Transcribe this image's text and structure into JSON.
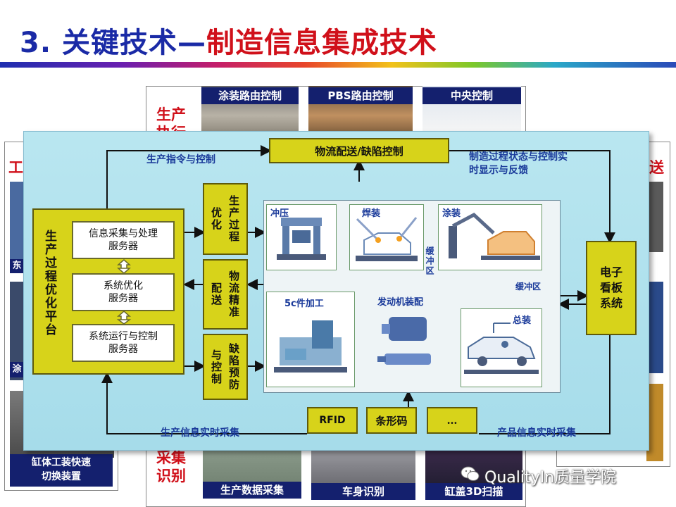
{
  "slide": {
    "title_num": "3.",
    "title_part1": " 关键技术—",
    "title_part2": "制造信息集成技术"
  },
  "background": {
    "top_captions": [
      "涂装路由控制",
      "PBS路由控制",
      "中央控制"
    ],
    "bottom_captions": [
      "生产数据采集",
      "车身识别",
      "缸盖3D扫描"
    ],
    "left_caption_line1": "缸体工装快速",
    "left_caption_line2": "切换装置",
    "red_top_line1": "生产",
    "red_top_line2": "执行",
    "red_bottom_line1": "采集",
    "red_bottom_line2": "识别",
    "left_red_char": "工",
    "right_red_char": "送",
    "left_mid_char": "涂",
    "left_small_char": "东"
  },
  "diagram": {
    "platform": "生产过程优化平台",
    "servers": [
      "信息采集与处理服务器",
      "系统优化服务器",
      "系统运行与控制服务器"
    ],
    "servers_line1": [
      "信息采集与处理",
      "系统优化",
      "系统运行与控制"
    ],
    "servers_line2": [
      "服务器",
      "服务器",
      "服务器"
    ],
    "optimize_boxes": [
      {
        "left": "优化",
        "right": "生产过程"
      },
      {
        "left": "配送",
        "right": "物流精准"
      },
      {
        "left": "与控制",
        "right": "缺陷预防"
      }
    ],
    "top_box": "物流配送/缺陷控制",
    "board": "电子看板系统",
    "label_top_left": "生产指令与控制",
    "label_top_right_line1": "制造过程状态与控制实",
    "label_top_right_line2": "时显示与反馈",
    "label_bottom_left": "生产信息实时采集",
    "label_bottom_right": "产品信息实时采集",
    "collectors": [
      "RFID",
      "条形码",
      "…"
    ],
    "stages": {
      "stamping": "冲压",
      "welding": "焊装",
      "buffer1": "缓冲区",
      "painting": "涂装",
      "buffer2": "缓冲区",
      "machining": "5c件加工",
      "engine": "发动机装配",
      "assembly": "总装"
    }
  },
  "watermark": "QualityIn质量学院",
  "colors": {
    "title_blue": "#1a2aa6",
    "title_red": "#d0101a",
    "box_yellow": "#d7d31a",
    "panel_blue": "#b9e6f0",
    "caption_navy": "#14206e",
    "flow_green": "#2aa86a"
  },
  "icons": [
    "wechat-icon",
    "arrow-icon"
  ]
}
